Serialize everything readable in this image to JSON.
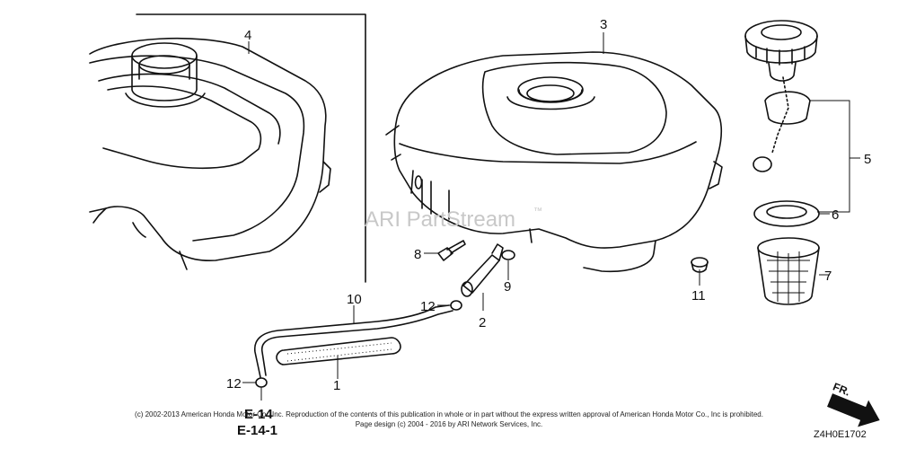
{
  "callouts": {
    "c1": "1",
    "c2": "2",
    "c3": "3",
    "c4": "4",
    "c5": "5",
    "c6": "6",
    "c7": "7",
    "c8": "8",
    "c9": "9",
    "c10": "10",
    "c11": "11",
    "c12a": "12",
    "c12b": "12"
  },
  "refs": {
    "e14": "E-14",
    "e14_1": "E-14-1"
  },
  "watermark": {
    "text": "ARI PartStream",
    "tm": "™"
  },
  "direction_label": "FR.",
  "copyright_line1": "(c) 2002-2013 American Honda Motor Co., Inc. Reproduction of the contents of this publication in whole or in part without the express written approval of American Honda Motor Co., Inc is prohibited.",
  "copyright_line2": "Page design (c) 2004 - 2016 by ARI Network Services, Inc.",
  "diagram_code": "Z4H0E1702"
}
